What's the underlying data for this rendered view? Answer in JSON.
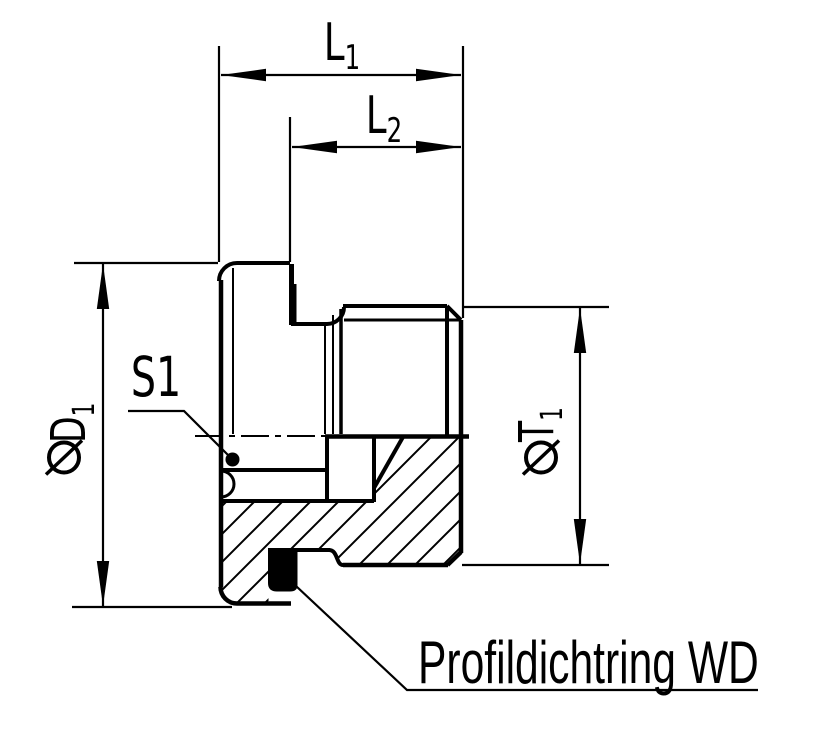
{
  "drawing": {
    "background": "#ffffff",
    "line_color": "#000000",
    "labels": {
      "l1": {
        "main": "L",
        "sub": "1"
      },
      "l2": {
        "main": "L",
        "sub": "2"
      },
      "d1": {
        "symbol": "⌀",
        "main": "D",
        "sub": "1"
      },
      "t1": {
        "symbol": "⌀",
        "main": "T",
        "sub": "1"
      },
      "s1": "S1",
      "seal_note": "Profildichtring WD"
    }
  }
}
